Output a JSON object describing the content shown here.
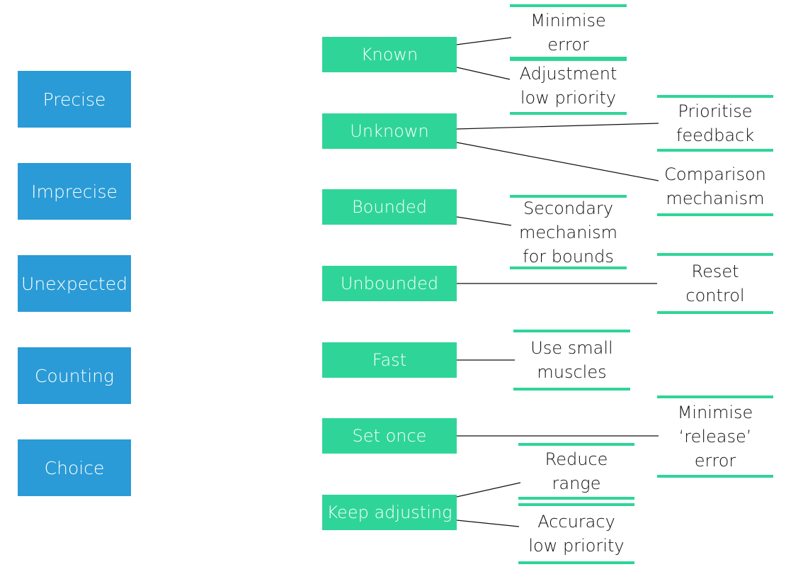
{
  "factors": [
    {
      "label": "Precise"
    },
    {
      "label": "Imprecise"
    },
    {
      "label": "Unexpected"
    },
    {
      "label": "Counting"
    },
    {
      "label": "Choice"
    }
  ],
  "properties": [
    {
      "label": "Known"
    },
    {
      "label": "Unknown"
    },
    {
      "label": "Bounded"
    },
    {
      "label": "Unbounded"
    },
    {
      "label": "Fast"
    },
    {
      "label": "Set once"
    },
    {
      "label": "Keep adjusting"
    }
  ],
  "outcomes": [
    {
      "lines": [
        "Minimise",
        "error"
      ]
    },
    {
      "lines": [
        "Adjustment",
        "low priority"
      ]
    },
    {
      "lines": [
        "Prioritise",
        "feedback"
      ]
    },
    {
      "lines": [
        "Comparison",
        "mechanism"
      ]
    },
    {
      "lines": [
        "Secondary",
        "mechanism",
        "for bounds"
      ]
    },
    {
      "lines": [
        "Reset",
        "control"
      ]
    },
    {
      "lines": [
        "Use small",
        "muscles"
      ]
    },
    {
      "lines": [
        "Minimise",
        "‘release’",
        "error"
      ]
    },
    {
      "lines": [
        "Reduce",
        "range"
      ]
    },
    {
      "lines": [
        "Accuracy",
        "low priority"
      ]
    }
  ],
  "colors": {
    "factor_box": "#2a9bd6",
    "property_box": "#2fd598",
    "outcome_rule": "#2fd598",
    "connector": "#111111"
  }
}
